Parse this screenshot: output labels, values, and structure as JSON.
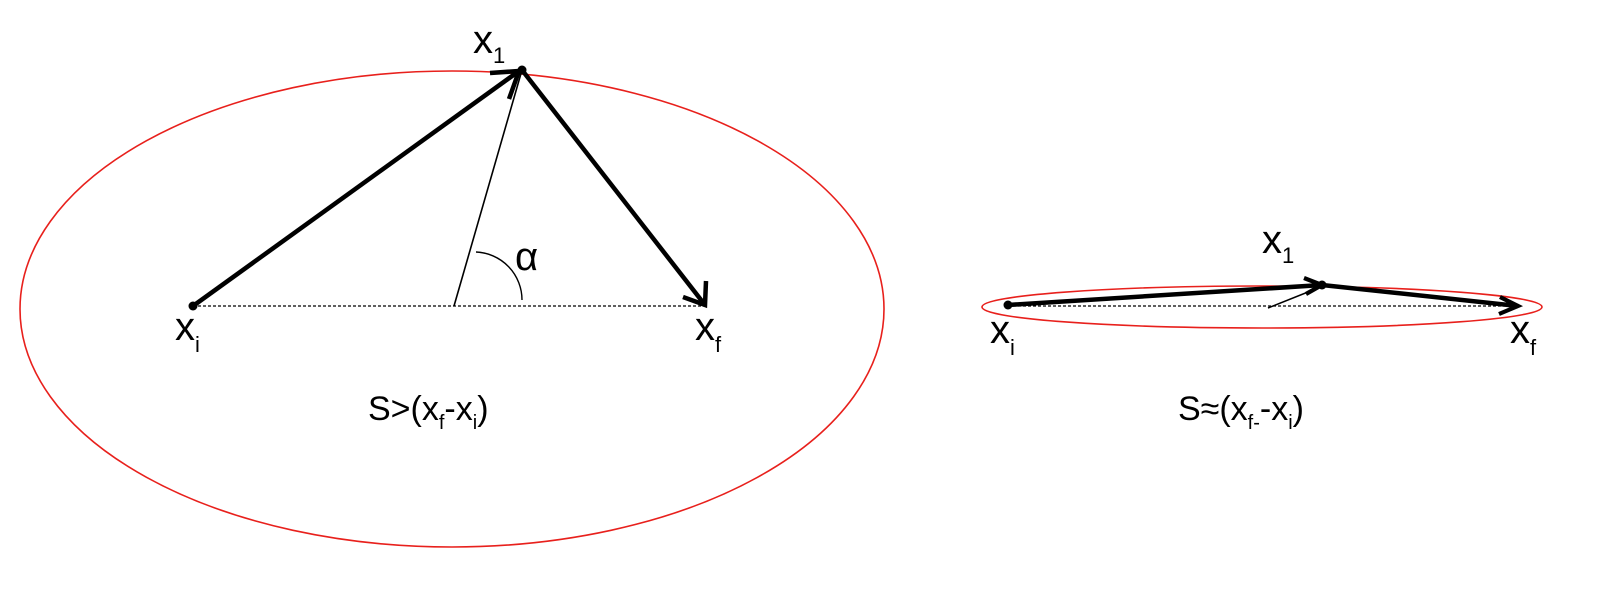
{
  "colors": {
    "ellipse": "#e8201c",
    "vector": "#000000",
    "baseline": "#000000"
  },
  "left_panel": {
    "point_labels": {
      "x1": {
        "base": "x",
        "sub": "1"
      },
      "xi": {
        "base": "x",
        "sub": "i"
      },
      "xf": {
        "base": "x",
        "sub": "f"
      }
    },
    "angle_label": "α",
    "formula": {
      "prefix": "S>(x",
      "sub1": "f",
      "middle": "-x",
      "sub2": "i",
      "suffix": ")"
    }
  },
  "right_panel": {
    "point_labels": {
      "x1": {
        "base": "x",
        "sub": "1"
      },
      "xi": {
        "base": "x",
        "sub": "i"
      },
      "xf": {
        "base": "x",
        "sub": "f"
      }
    },
    "formula": {
      "prefix": "S≈(x",
      "sub1": "f-",
      "middle": "-x",
      "sub2": "i",
      "suffix": ")"
    }
  }
}
